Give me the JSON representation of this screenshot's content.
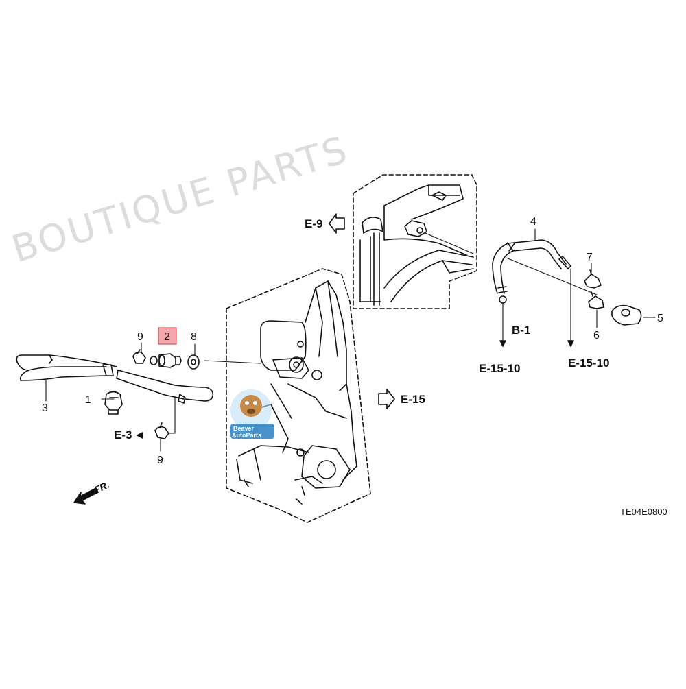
{
  "watermark": "BOUTIQUE PARTS",
  "highlight_color": "#f4a7ad",
  "callouts": {
    "c1": "1",
    "c2": "2",
    "c3": "3",
    "c4": "4",
    "c5": "5",
    "c6": "6",
    "c7": "7",
    "c8": "8",
    "c9_top": "9",
    "c9_bottom": "9"
  },
  "references": {
    "e9": "E-9",
    "e15": "E-15",
    "e3": "E-3",
    "b1": "B-1",
    "e15_10_left": "E-15-10",
    "e15_10_right": "E-15-10"
  },
  "front_marker": "FR.",
  "diagram_code": "TE04E0800",
  "logo_text": {
    "line1": "Beaver",
    "line2": "AutoParts"
  }
}
